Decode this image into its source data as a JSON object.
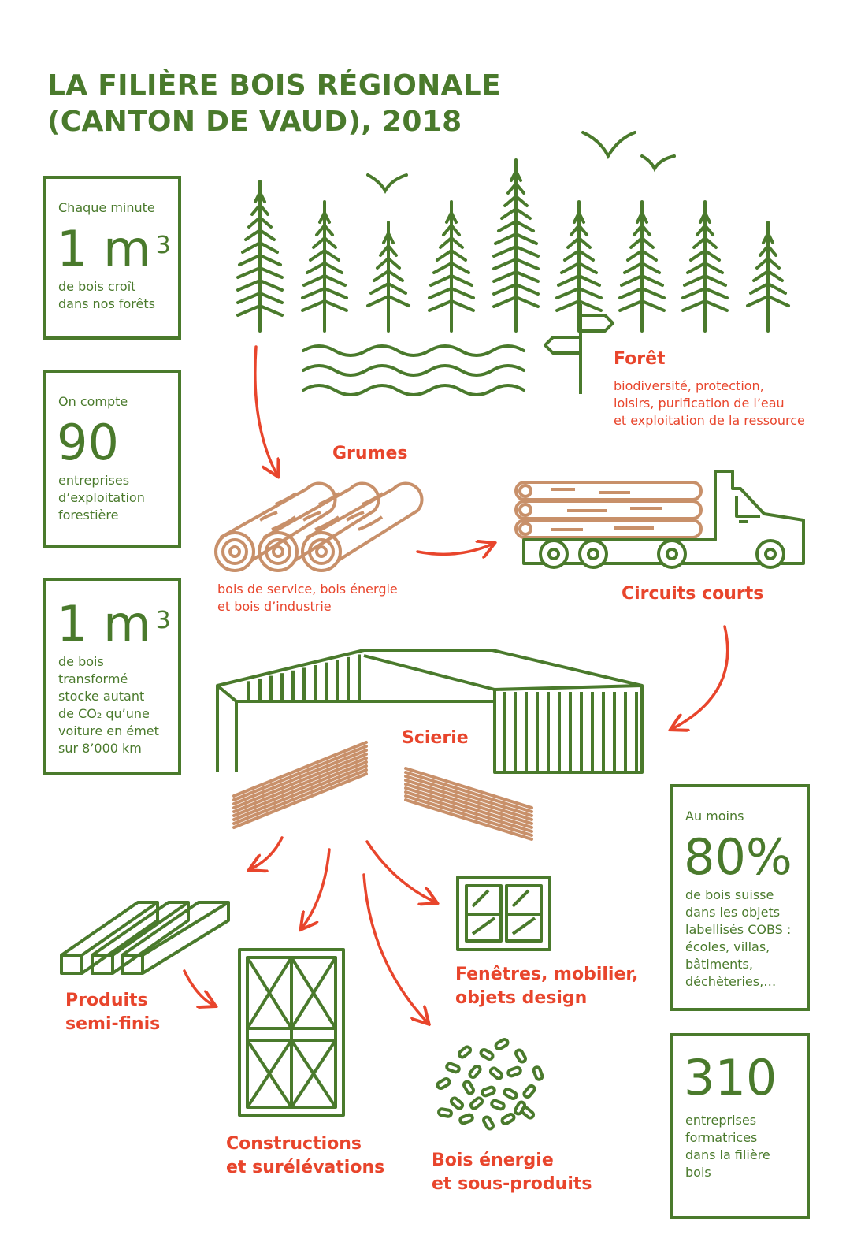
{
  "title": {
    "line1": "LA FILIÈRE BOIS RÉGIONALE",
    "line2": "(CANTON DE VAUD), 2018"
  },
  "stats": [
    {
      "pre": "Chaque minute",
      "value": "1 m",
      "sup": "3",
      "post1": "de bois croît",
      "post2": "dans nos forêts"
    },
    {
      "pre": "On compte",
      "value": "90",
      "post1": "entreprises",
      "post2": "d’exploitation",
      "post3": "forestière"
    },
    {
      "value": "1 m",
      "sup": "3",
      "post1": "de bois",
      "post2": "transformé",
      "post3": "stocke autant",
      "post4": "de CO₂ qu’une",
      "post5": "voiture en émet",
      "post6": "sur 8’000 km"
    },
    {
      "pre": "Au moins",
      "value": "80%",
      "post1": "de bois suisse",
      "post2": "dans les objets",
      "post3": "labellisés COBS :",
      "post4": "écoles, villas,",
      "post5": "bâtiments,",
      "post6": "déchèteries,…"
    },
    {
      "value": "310",
      "post1": "entreprises",
      "post2": "formatrices",
      "post3": "dans la filière",
      "post4": "bois"
    }
  ],
  "labels": {
    "foret": "Forêt",
    "foret_desc1": "biodiversité, protection,",
    "foret_desc2": "loisirs, purification de l’eau",
    "foret_desc3": "et exploitation de la ressource",
    "grumes": "Grumes",
    "grumes_desc1": "bois de service, bois énergie",
    "grumes_desc2": "et bois d’industrie",
    "circuits": "Circuits courts",
    "scierie": "Scierie",
    "produits1": "Produits",
    "produits2": "semi-finis",
    "constructions1": "Constructions",
    "constructions2": "et surélévations",
    "fenetres1": "Fenêtres, mobilier,",
    "fenetres2": "objets design",
    "energie1": "Bois énergie",
    "energie2": "et sous-produits"
  },
  "colors": {
    "green": "#4a7a2c",
    "red": "#e8452c",
    "wood": "#c8906a"
  }
}
